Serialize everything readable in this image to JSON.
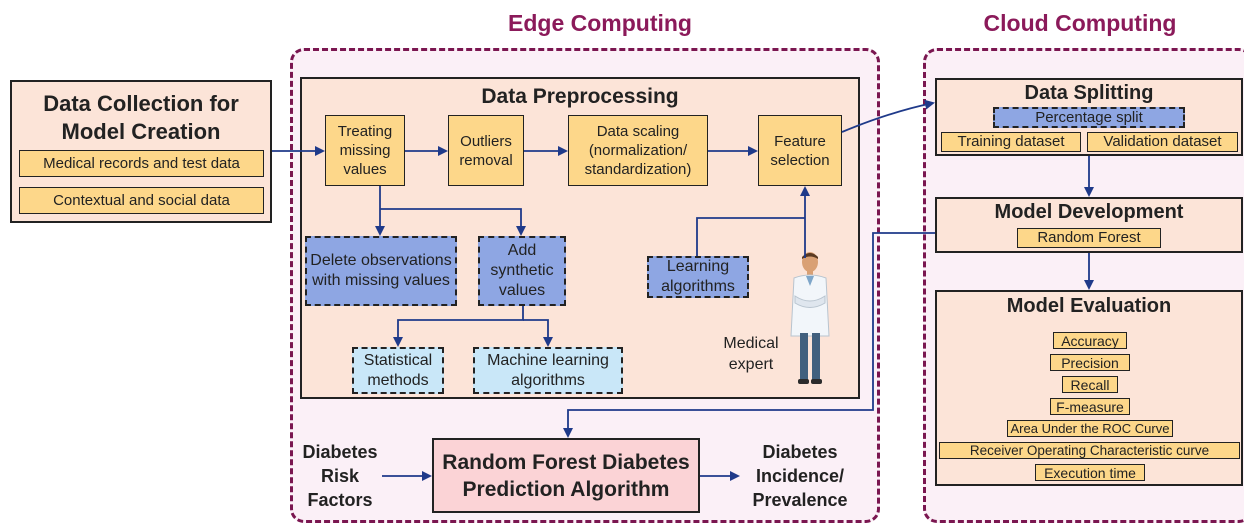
{
  "titles": {
    "edge": "Edge Computing",
    "cloud": "Cloud Computing"
  },
  "data_collection": {
    "title": "Data Collection for Model Creation",
    "items": [
      "Medical records and test data",
      "Contextual and social data"
    ]
  },
  "preprocessing": {
    "title": "Data Preprocessing",
    "treating": "Treating missing values",
    "outliers": "Outliers removal",
    "scaling": "Data scaling (normalization/ standardization)",
    "feature": "Feature selection",
    "delete": "Delete observations with missing values",
    "synthetic": "Add synthetic values",
    "statistical": "Statistical methods",
    "ml": "Machine learning algorithms",
    "learning": "Learning algorithms",
    "expert": "Medical expert"
  },
  "prediction": {
    "risk": "Diabetes Risk Factors",
    "algorithm": "Random Forest Diabetes Prediction Algorithm",
    "output": "Diabetes Incidence/ Prevalence"
  },
  "splitting": {
    "title": "Data Splitting",
    "percentage": "Percentage split",
    "training": "Training dataset",
    "validation": "Validation dataset"
  },
  "development": {
    "title": "Model Development",
    "rf": "Random Forest"
  },
  "evaluation": {
    "title": "Model Evaluation",
    "metrics": [
      "Accuracy",
      "Precision",
      "Recall",
      "F-measure",
      "Area Under the ROC Curve",
      "Receiver Operating Characteristic curve",
      "Execution time"
    ]
  },
  "colors": {
    "accent": "#8b1a5a",
    "arrow": "#1f3a8a",
    "panel": "#fce4d8",
    "yellow": "#fdd78a",
    "blue": "#8ea6e3",
    "light_blue": "#c9e7f8"
  }
}
